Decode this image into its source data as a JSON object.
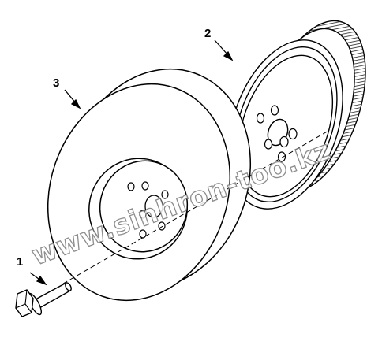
{
  "callouts": [
    {
      "id": "bolt",
      "label": "1"
    },
    {
      "id": "crank-pulley",
      "label": "2"
    },
    {
      "id": "damper-ring",
      "label": "3"
    }
  ],
  "watermark": {
    "text": "www.sinhron-too.kz"
  },
  "colors": {
    "line": "#000000",
    "hatch": "#333333",
    "background": "#ffffff"
  }
}
